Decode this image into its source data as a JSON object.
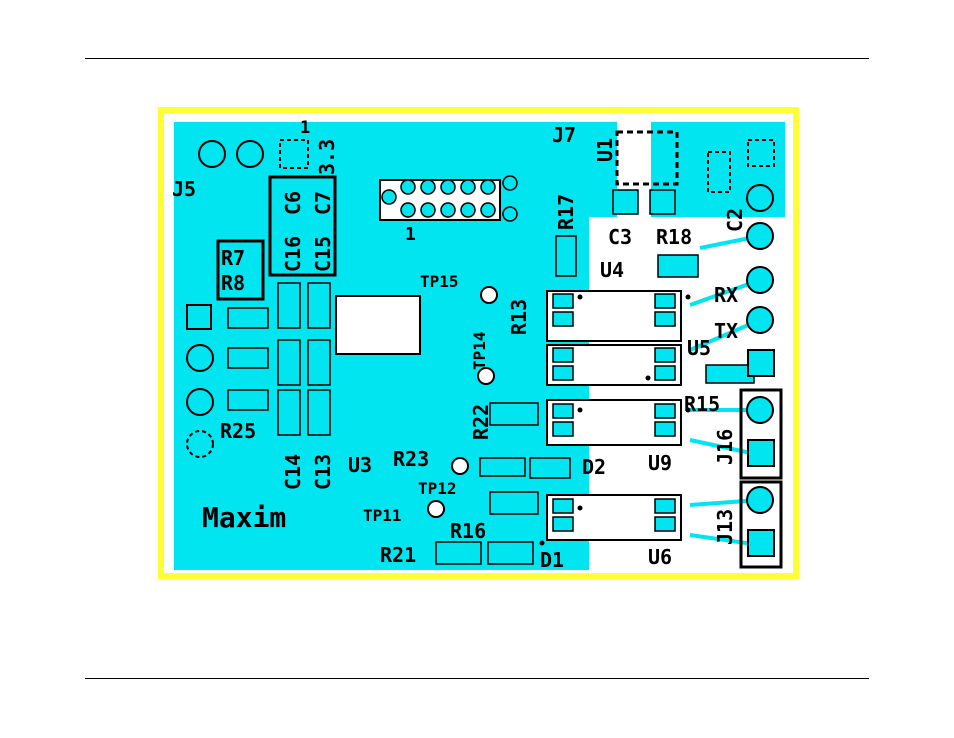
{
  "colors": {
    "board_outline": "#ffff33",
    "copper_pour": "#00e5f0",
    "silkscreen": "#000000",
    "substrate": "#ffffff"
  },
  "board": {
    "brand": "Maxim",
    "pin1_marker": "1",
    "voltage_label": "3.3",
    "connectors": [
      "J5",
      "J7",
      "J13",
      "J16"
    ],
    "ics": [
      "U1",
      "U3",
      "U4",
      "U5",
      "U6",
      "U9"
    ],
    "capacitors": [
      "C2",
      "C3",
      "C6",
      "C7",
      "C13",
      "C14",
      "C15",
      "C16"
    ],
    "resistors": [
      "R7",
      "R8",
      "R13",
      "R15",
      "R16",
      "R17",
      "R18",
      "R21",
      "R22",
      "R23",
      "R25"
    ],
    "diodes": [
      "D1",
      "D2"
    ],
    "test_points": [
      "TP11",
      "TP12",
      "TP14",
      "TP15"
    ],
    "signals": [
      "RX",
      "TX"
    ],
    "qfn_pin1": "1"
  }
}
